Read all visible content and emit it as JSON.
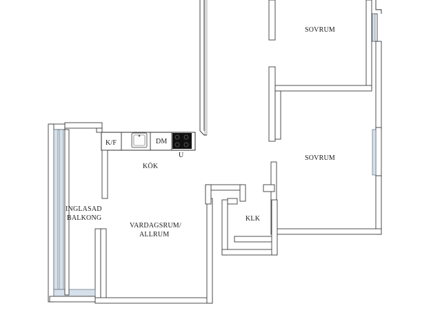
{
  "rooms": {
    "sovrum_top": "SOVRUM",
    "sovrum_bottom": "SOVRUM",
    "kok": "KÖK",
    "vardagsrum_line1": "VARDAGSRUM/",
    "vardagsrum_line2": "ALLRUM",
    "klk": "KLK",
    "balkong_line1": "INGLASAD",
    "balkong_line2": "BALKONG"
  },
  "fixtures": {
    "kf": "K/F",
    "dm": "DM",
    "u": "U"
  },
  "colors": {
    "walls": "#2b2b2b",
    "glass": "#d5e0ea",
    "hob": "#111111"
  },
  "icons": {
    "sink": "sink-icon",
    "hob": "stove-hob-icon"
  }
}
